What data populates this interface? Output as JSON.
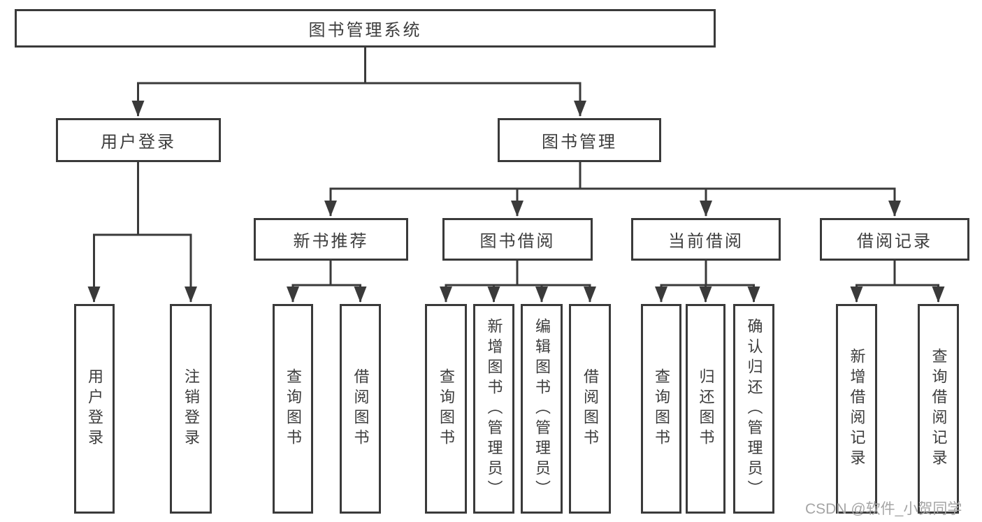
{
  "colors": {
    "line_color": "#3a3a3a",
    "text_color": "#3d3d3d",
    "background": "#ffffff",
    "watermark_color": "#a5a5a5"
  },
  "diagram": {
    "title": "图书管理系统",
    "branches": {
      "user_login": {
        "label": "用户登录",
        "children": [
          "用户登录",
          "注销登录"
        ]
      },
      "book_management": {
        "label": "图书管理",
        "sections": [
          {
            "label": "新书推荐",
            "children": [
              "查询图书",
              "借阅图书"
            ]
          },
          {
            "label": "图书借阅",
            "children": [
              "查询图书",
              "新增图书（管理员）",
              "编辑图书（管理员）",
              "借阅图书"
            ]
          },
          {
            "label": "当前借阅",
            "children": [
              "查询图书",
              "归还图书",
              "确认归还（管理员）"
            ]
          },
          {
            "label": "借阅记录",
            "children": [
              "新增借阅记录",
              "查询借阅记录"
            ]
          }
        ]
      }
    }
  },
  "watermark": {
    "text": "CSDN @软件_小贺同学"
  }
}
